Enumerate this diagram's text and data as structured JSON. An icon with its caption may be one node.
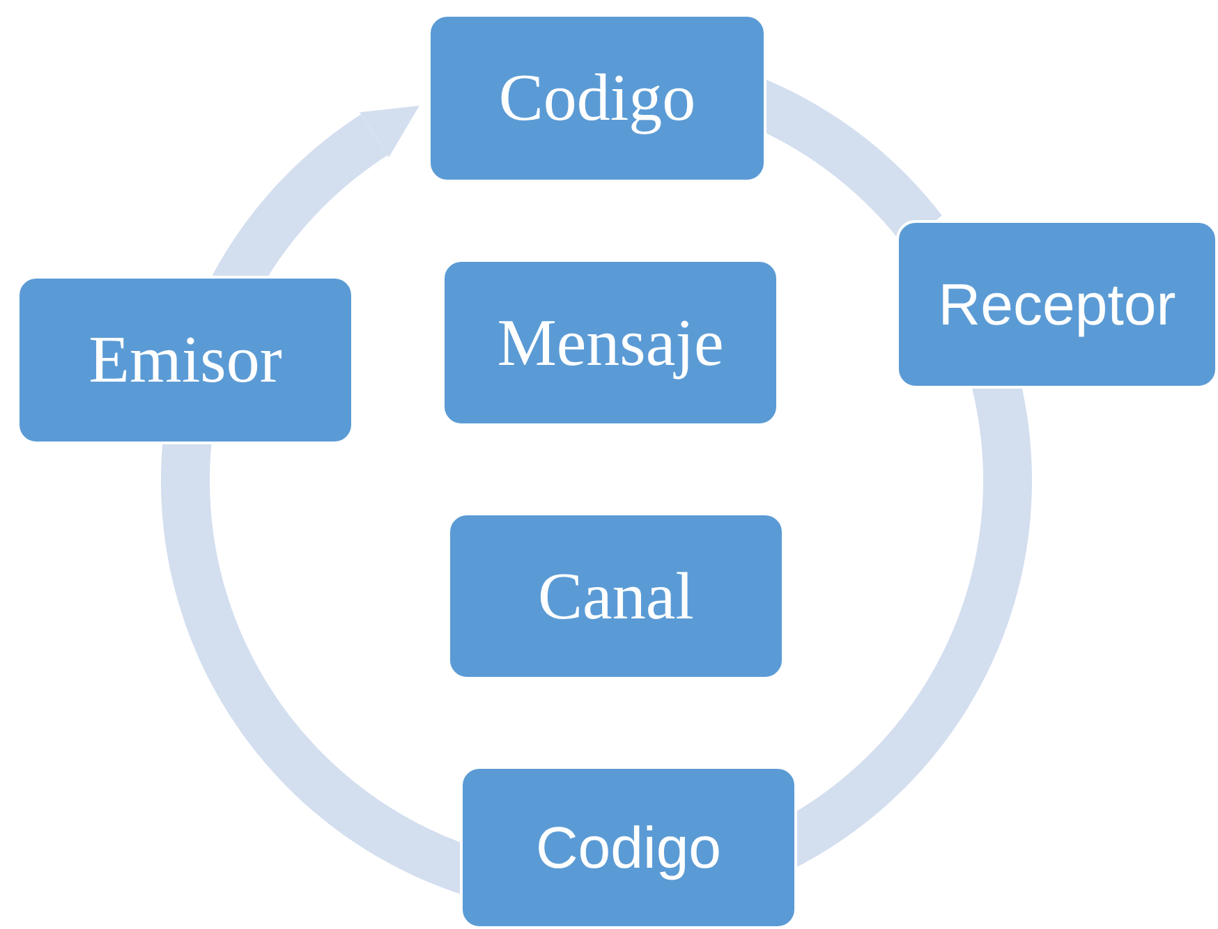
{
  "diagram": {
    "nodes": [
      {
        "text": [
          "Codigo"
        ]
      },
      {
        "text": [
          "Receptor"
        ]
      },
      {
        "text": [
          "Codigo"
        ]
      },
      {
        "text": [
          "Emisor"
        ]
      },
      {
        "text": [
          "Mensaje"
        ]
      },
      {
        "text": [
          "Canal"
        ]
      }
    ],
    "edges": [
      {
        "from": 0,
        "to": 1,
        "arrow": "none"
      },
      {
        "from": 1,
        "to": 2,
        "arrow": "none"
      },
      {
        "from": 2,
        "to": 3,
        "arrow": "none"
      },
      {
        "from": 3,
        "to": 0,
        "arrow": "to"
      }
    ]
  }
}
